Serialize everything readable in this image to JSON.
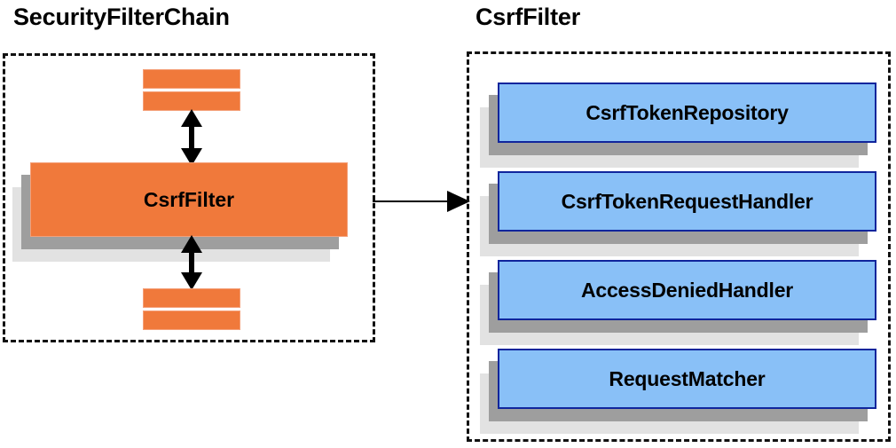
{
  "diagram": {
    "title_left": "SecurityFilterChain",
    "title_right": "CsrfFilter",
    "colors": {
      "orange_fill": "#f0793b",
      "orange_border": "#f4a079",
      "blue_fill": "#89c0f7",
      "blue_border": "#10259c",
      "shadow_dark": "#9e9e9e",
      "shadow_light": "#e2e2e2",
      "panel_border": "#111111",
      "text": "#000000"
    }
  },
  "left_panel": {
    "main_node_label": "CsrfFilter",
    "top_bars": [
      "",
      ""
    ],
    "bottom_bars": [
      "",
      ""
    ],
    "arrow_top_name": "double-headed-arrow-up",
    "arrow_bottom_name": "double-headed-arrow-down"
  },
  "right_panel": {
    "nodes": [
      {
        "label": "CsrfTokenRepository"
      },
      {
        "label": "CsrfTokenRequestHandler"
      },
      {
        "label": "AccessDeniedHandler"
      },
      {
        "label": "RequestMatcher"
      }
    ]
  },
  "connector": {
    "name": "csrf-filter-to-collaborators-arrow",
    "label": ""
  }
}
